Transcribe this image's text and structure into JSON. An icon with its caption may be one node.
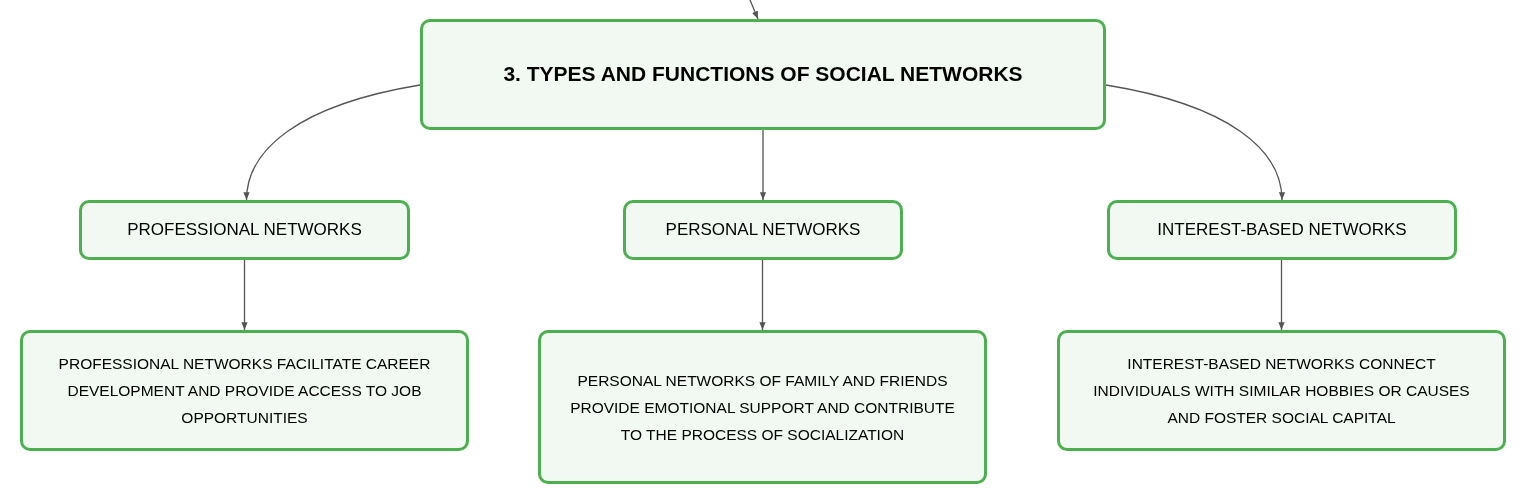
{
  "diagram": {
    "nodes": [
      {
        "text": [
          "3. TYPES AND FUNCTIONS OF SOCIAL NETWORKS"
        ]
      },
      {
        "text": [
          "PROFESSIONAL NETWORKS"
        ]
      },
      {
        "text": [
          "PERSONAL NETWORKS"
        ]
      },
      {
        "text": [
          "INTEREST-BASED NETWORKS"
        ]
      },
      {
        "text": [
          "PROFESSIONAL NETWORKS FACILITATE CAREER DEVELOPMENT AND PROVIDE ACCESS TO JOB OPPORTUNITIES"
        ]
      },
      {
        "text": [
          "PERSONAL NETWORKS OF FAMILY AND FRIENDS PROVIDE EMOTIONAL SUPPORT AND CONTRIBUTE TO THE PROCESS OF SOCIALIZATION"
        ]
      },
      {
        "text": [
          "INTEREST-BASED NETWORKS CONNECT INDIVIDUALS WITH SIMILAR HOBBIES OR CAUSES AND FOSTER SOCIAL CAPITAL"
        ]
      }
    ],
    "edges": [
      {
        "from": null,
        "to": 0,
        "arrow": "to"
      },
      {
        "from": 0,
        "to": 1,
        "arrow": "to"
      },
      {
        "from": 0,
        "to": 2,
        "arrow": "to"
      },
      {
        "from": 0,
        "to": 3,
        "arrow": "to"
      },
      {
        "from": 1,
        "to": 4,
        "arrow": "to"
      },
      {
        "from": 2,
        "to": 5,
        "arrow": "to"
      },
      {
        "from": 3,
        "to": 6,
        "arrow": "to"
      }
    ]
  }
}
